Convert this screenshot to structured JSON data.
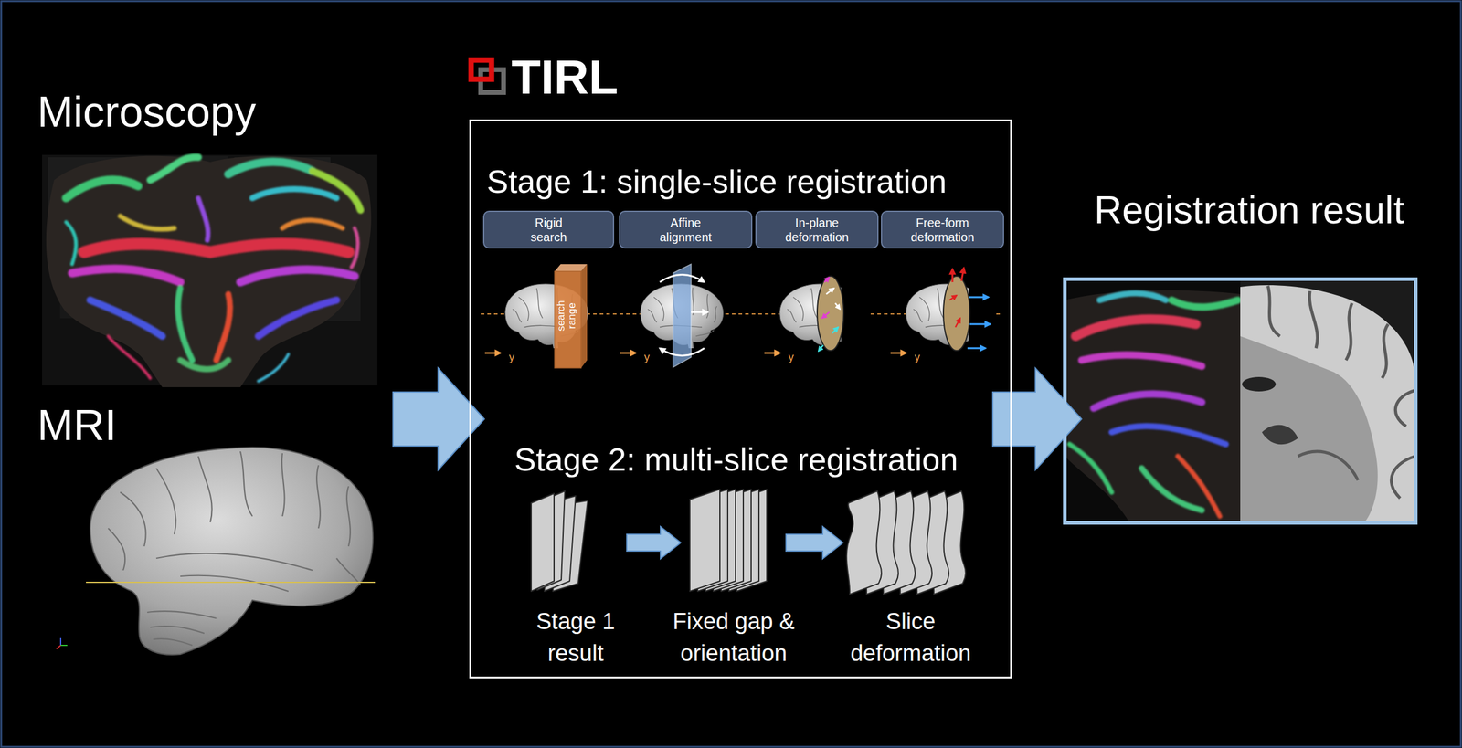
{
  "diagram": {
    "nodes": [
      {
        "text": [
          "Microscopy"
        ]
      },
      {
        "text": [
          "MRI"
        ]
      },
      {
        "text": [
          "TIRL",
          "Stage 1: single-slice registration",
          "Stage 2: multi-slice registration"
        ]
      },
      {
        "text": [
          "Rigid search"
        ],
        "in": 2
      },
      {
        "text": [
          "Affine alignment"
        ],
        "in": 2
      },
      {
        "text": [
          "In-plane deformation"
        ],
        "in": 2
      },
      {
        "text": [
          "Free-form deformation"
        ],
        "in": 2
      },
      {
        "text": [
          "Stage 1 result"
        ],
        "in": 2
      },
      {
        "text": [
          "Fixed gap & orientation"
        ],
        "in": 2
      },
      {
        "text": [
          "Slice deformation"
        ],
        "in": 2
      },
      {
        "text": [
          "Registration result"
        ]
      }
    ],
    "edges": [
      {
        "from": 0,
        "to": 2,
        "arrow": "to"
      },
      {
        "from": 1,
        "to": 2,
        "arrow": "to"
      },
      {
        "from": 7,
        "to": 8,
        "arrow": "to"
      },
      {
        "from": 8,
        "to": 9,
        "arrow": "to"
      },
      {
        "from": 2,
        "to": 10,
        "arrow": "to"
      }
    ],
    "labels": [
      "search range",
      "y",
      "y",
      "y",
      "y"
    ]
  }
}
